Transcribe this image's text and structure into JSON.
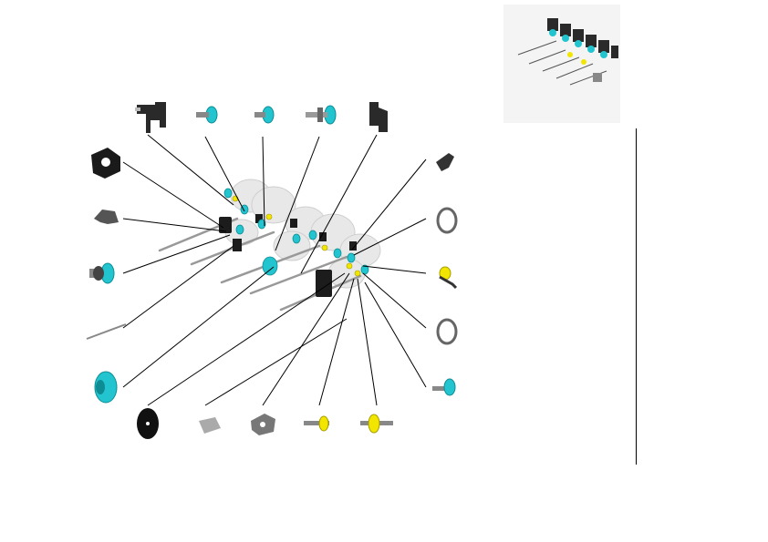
{
  "page": {
    "background": "#ffffff",
    "part_fill": "#bfbfbf",
    "accent_color": "#22c5cf",
    "highlight_color": "#f2e600",
    "dark_color": "#1a1a1a",
    "line_color": "#000000"
  },
  "inset": {
    "icon": "assembly-overview-thumbnail"
  },
  "assembly": {
    "icon": "exploded-shaft-assembly"
  },
  "parts": [
    {
      "id": "bracket-top-left",
      "icon": "bracket-icon"
    },
    {
      "id": "cyan-gear-a",
      "icon": "gear-icon"
    },
    {
      "id": "cyan-gear-b",
      "icon": "gear-icon"
    },
    {
      "id": "cyan-gear-shaft",
      "icon": "gear-shaft-icon"
    },
    {
      "id": "bracket-top-right",
      "icon": "bracket-icon"
    },
    {
      "id": "cover-plate",
      "icon": "plate-icon"
    },
    {
      "id": "clip-left",
      "icon": "clip-icon"
    },
    {
      "id": "gear-assembly-left",
      "icon": "gear-icon"
    },
    {
      "id": "pin-shaft",
      "icon": "shaft-icon"
    },
    {
      "id": "large-cyan-gear",
      "icon": "gear-icon"
    },
    {
      "id": "black-disc",
      "icon": "disc-icon"
    },
    {
      "id": "grey-plate",
      "icon": "plate-icon"
    },
    {
      "id": "hub",
      "icon": "hub-icon"
    },
    {
      "id": "yellow-gear-small",
      "icon": "yellow-gear-icon"
    },
    {
      "id": "yellow-gear-shaft",
      "icon": "yellow-gear-icon"
    },
    {
      "id": "lever-right",
      "icon": "lever-icon"
    },
    {
      "id": "spring-top",
      "icon": "spring-icon"
    },
    {
      "id": "yellow-cam",
      "icon": "cam-icon"
    },
    {
      "id": "spring-bottom",
      "icon": "spring-icon"
    },
    {
      "id": "cyan-gear-right",
      "icon": "gear-icon"
    }
  ]
}
